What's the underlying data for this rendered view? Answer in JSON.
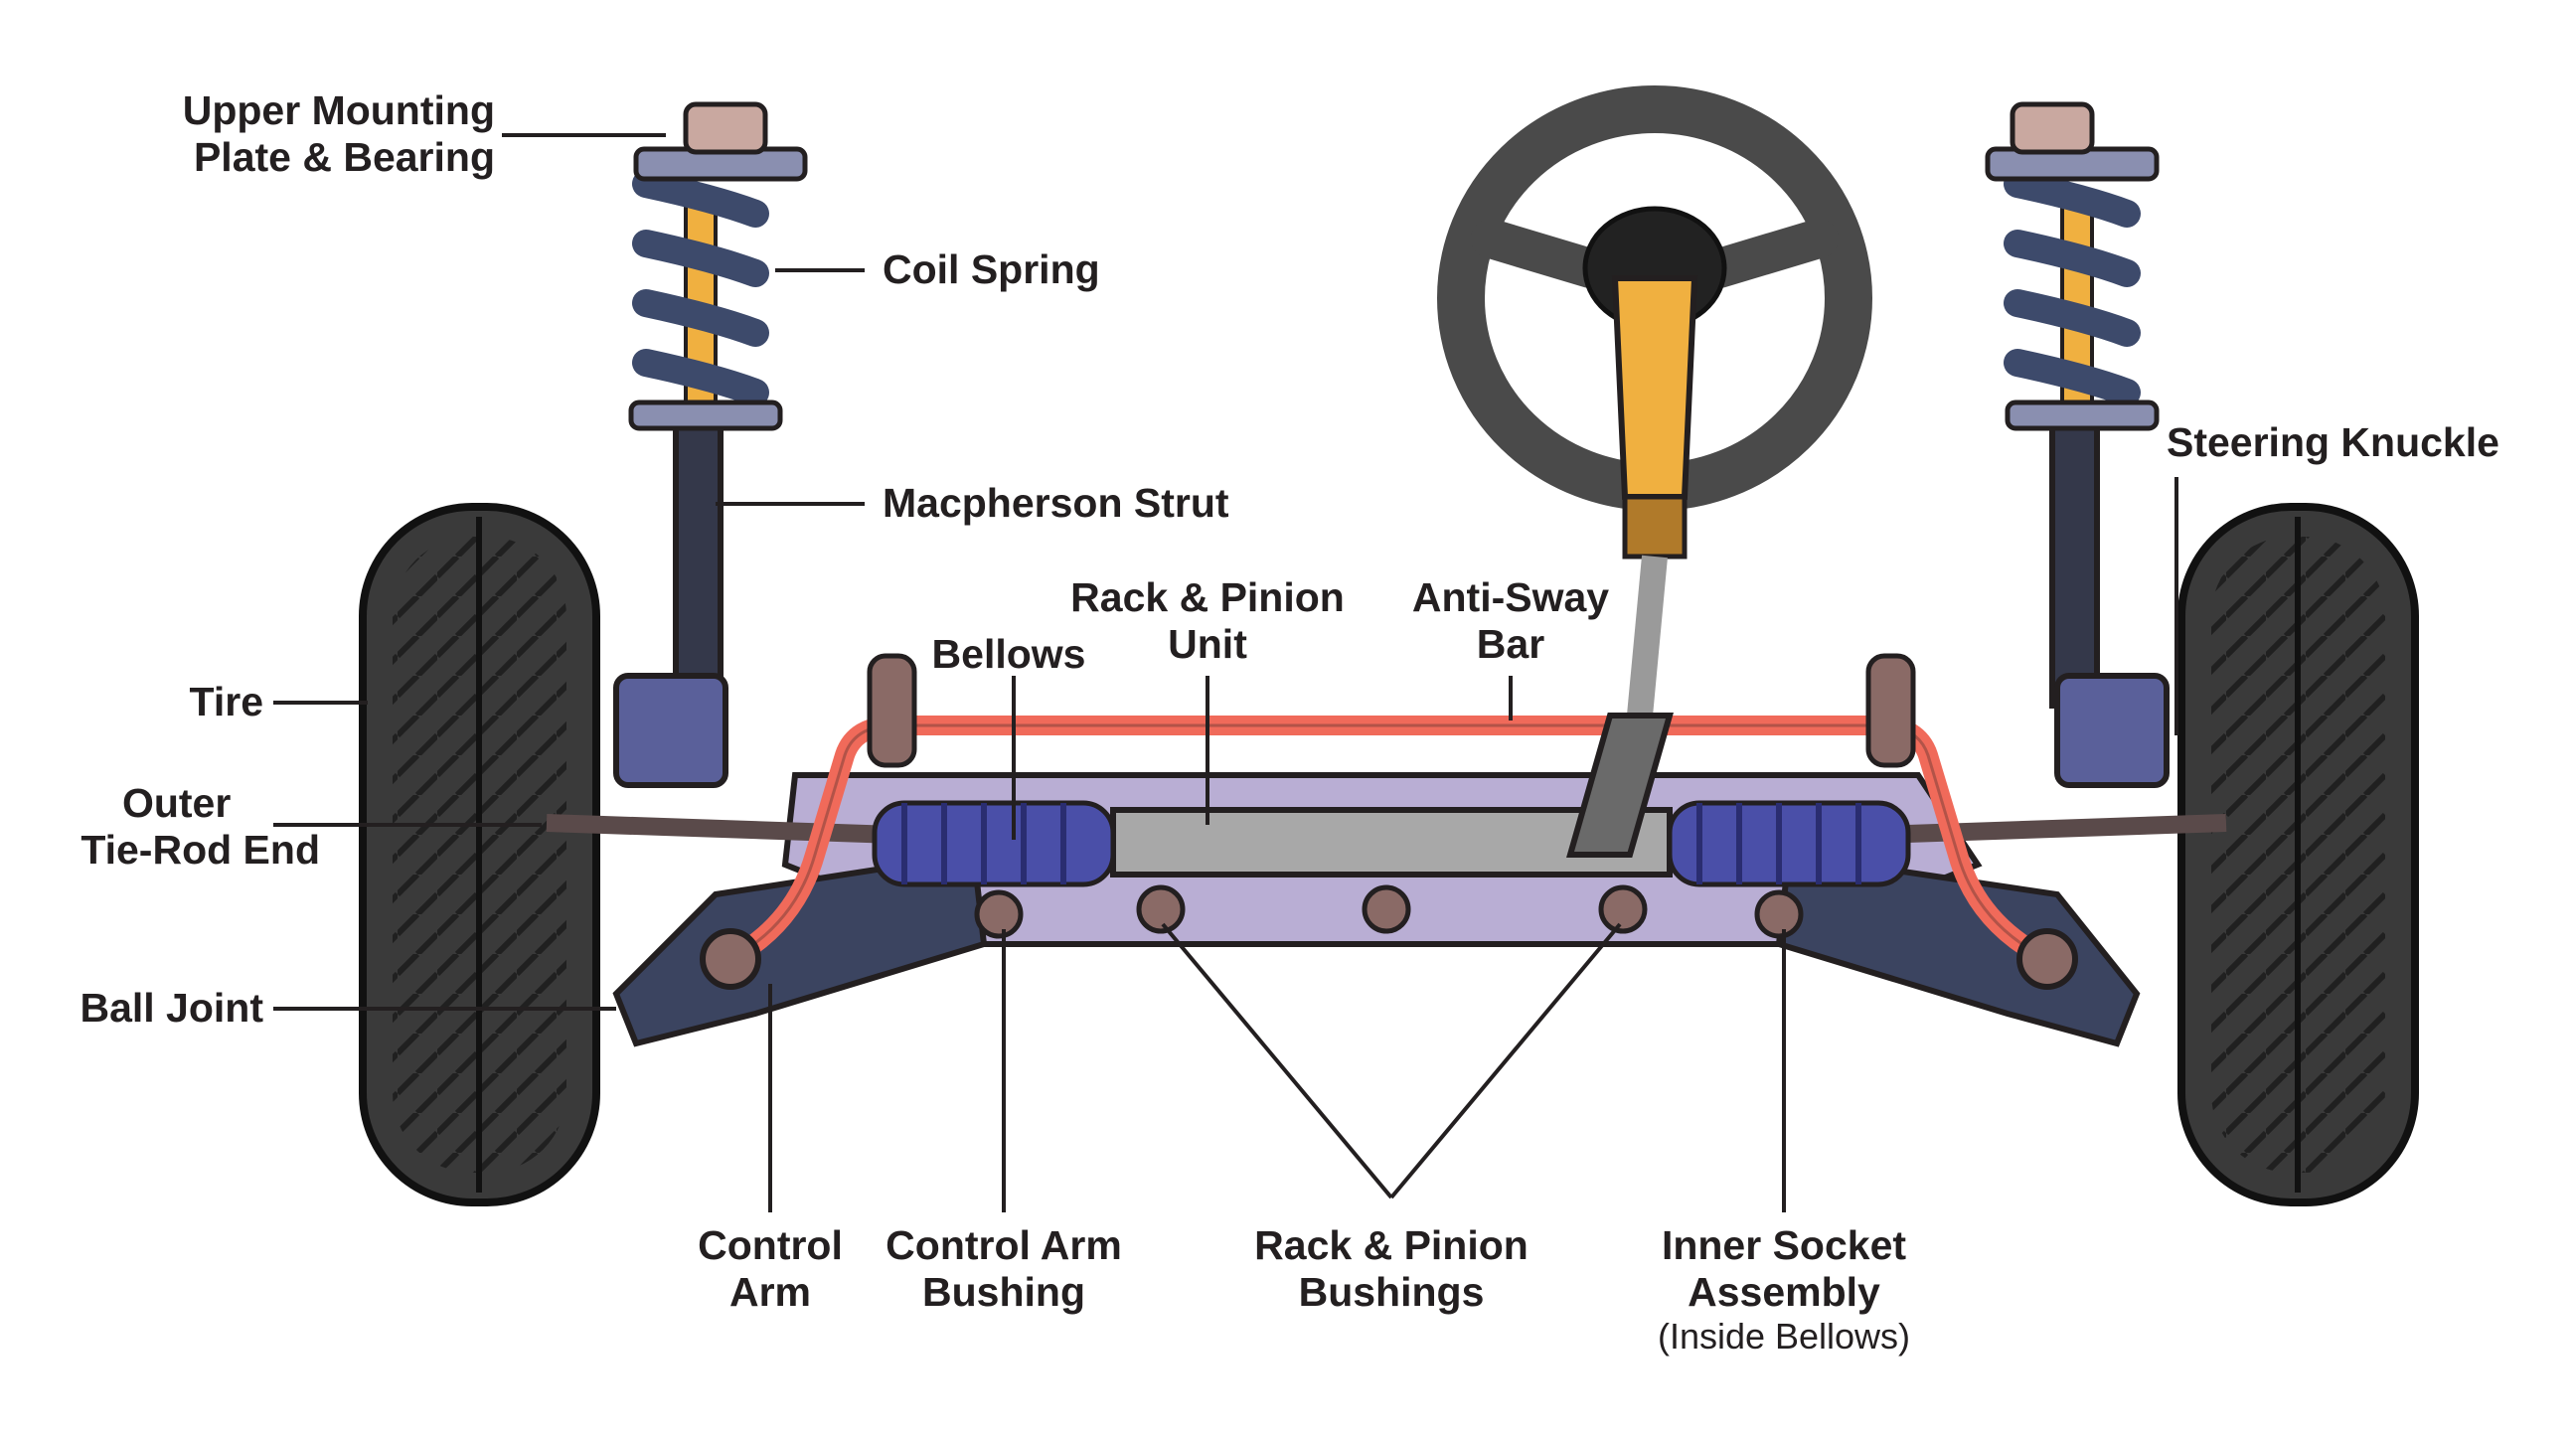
{
  "labels": {
    "upper_mounting": [
      "Upper Mounting",
      "Plate & Bearing"
    ],
    "coil_spring": "Coil Spring",
    "macpherson_strut": "Macpherson Strut",
    "rack_pinion_unit": [
      "Rack & Pinion",
      "Unit"
    ],
    "anti_sway_bar": [
      "Anti-Sway",
      "Bar"
    ],
    "bellows": "Bellows",
    "steering_knuckle": "Steering Knuckle",
    "tire": "Tire",
    "outer_tie_rod": [
      "Outer",
      "Tie-Rod End"
    ],
    "ball_joint": "Ball Joint",
    "control_arm": [
      "Control",
      "Arm"
    ],
    "control_arm_bushing": [
      "Control Arm",
      "Bushing"
    ],
    "rack_pinion_bushings": [
      "Rack & Pinion",
      "Bushings"
    ],
    "inner_socket": [
      "Inner Socket",
      "Assembly"
    ],
    "inner_socket_note": "(Inside Bellows)"
  },
  "colors": {
    "outline": "#231f20",
    "tire": "#3a3a3a",
    "spring": "#3d4a6b",
    "strut": "#34384a",
    "sway_bar": "#f06a5a",
    "crossmember": "#b9aed4",
    "bellows": "#4a4fa8",
    "column": "#f0b040",
    "rack": "#a8a8a8"
  }
}
